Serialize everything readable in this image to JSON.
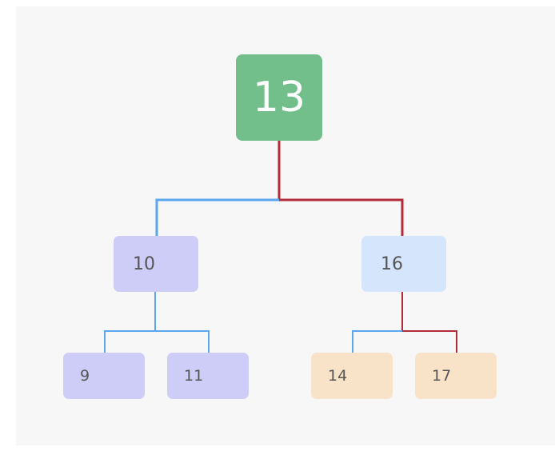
{
  "colors": {
    "root_fill": "#72bf8b",
    "left_subtree_fill": "#cdcdf8",
    "right_child_fill": "#d5e5fb",
    "right_leaf_fill": "#f9e3c8",
    "left_edge": "#5aa7ef",
    "right_edge": "#b42c3a"
  },
  "tree": {
    "root": {
      "value": "13"
    },
    "left": {
      "value": "10"
    },
    "right": {
      "value": "16"
    },
    "left_left": {
      "value": "9"
    },
    "left_right": {
      "value": "11"
    },
    "right_left": {
      "value": "14"
    },
    "right_right": {
      "value": "17"
    }
  }
}
